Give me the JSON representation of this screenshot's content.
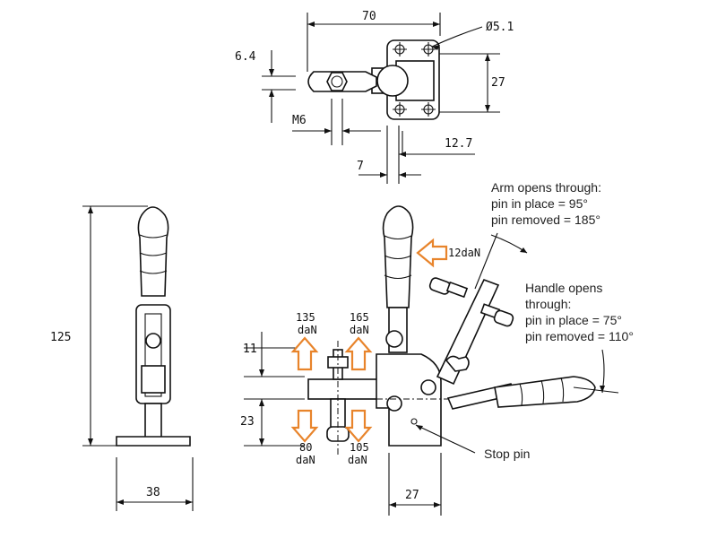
{
  "dimensions": {
    "top_width": "70",
    "hole_dia": "Ø5.1",
    "thickness": "6.4",
    "top_height": "27",
    "thread": "M6",
    "hole_offset": "12.7",
    "slot_offset": "7",
    "overall_height": "125",
    "base_width": "38",
    "spindle_height": "11",
    "base_height": "23",
    "side_base_width": "27"
  },
  "forces": {
    "f135": "135",
    "f165": "165",
    "f80": "80",
    "f105": "105",
    "f12": "12daN",
    "unit": "daN"
  },
  "notes": {
    "arm_line1": "Arm opens through:",
    "arm_line2": "pin in place = 95°",
    "arm_line3": "pin removed = 185°",
    "handle_line1": "Handle opens",
    "handle_line2": "through:",
    "handle_line3": "pin in place = 75°",
    "handle_line4": "pin removed = 110°",
    "stop_pin": "Stop pin"
  },
  "colors": {
    "force_arrow": "#e8842b",
    "line": "#111111"
  }
}
